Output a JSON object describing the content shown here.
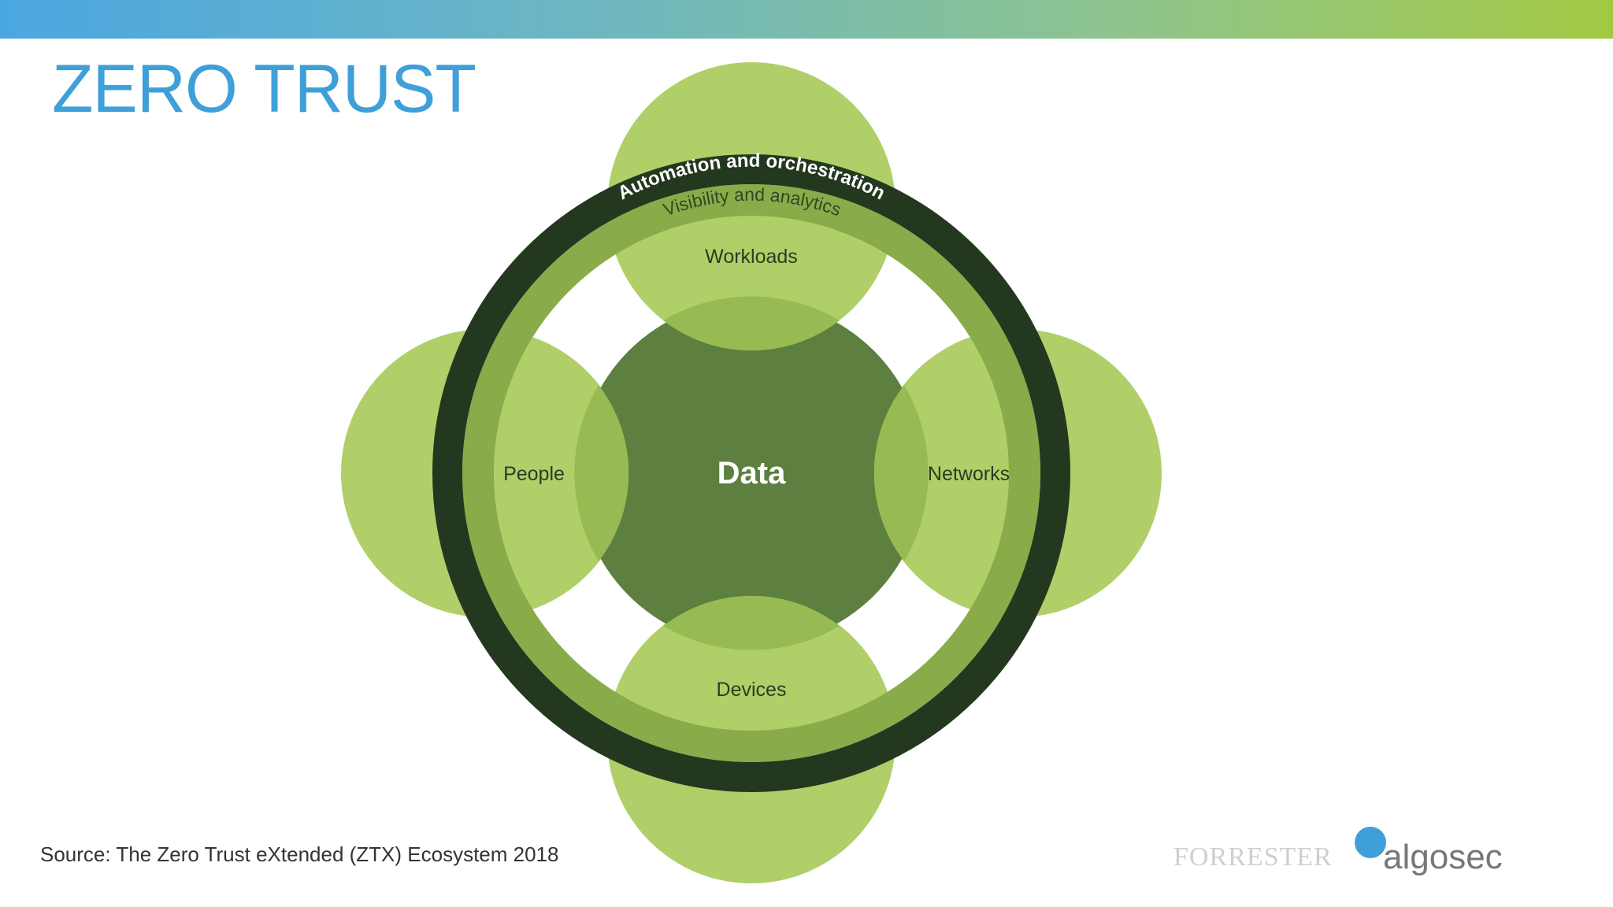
{
  "slide": {
    "title": "ZERO TRUST",
    "source": "Source: The Zero Trust eXtended (ZTX) Ecosystem 2018",
    "logos": [
      "FORRESTER",
      "algosec"
    ]
  },
  "diagram": {
    "center_label": "Data",
    "nodes": {
      "top": "Workloads",
      "left": "People",
      "right": "Networks",
      "bottom": "Devices"
    },
    "outer_ring_label": "Automation and orchestration",
    "inner_ring_label": "Visibility and analytics"
  },
  "colors": {
    "top_bar_start": "#4ba7e0",
    "top_bar_end": "#a3c943",
    "title": "#3f9fd8",
    "petal": "#b0cf68",
    "overlap": "#97bb52",
    "center": "#5d7f40",
    "inner_ring": "#8aab4a",
    "outer_ring": "#243820"
  }
}
